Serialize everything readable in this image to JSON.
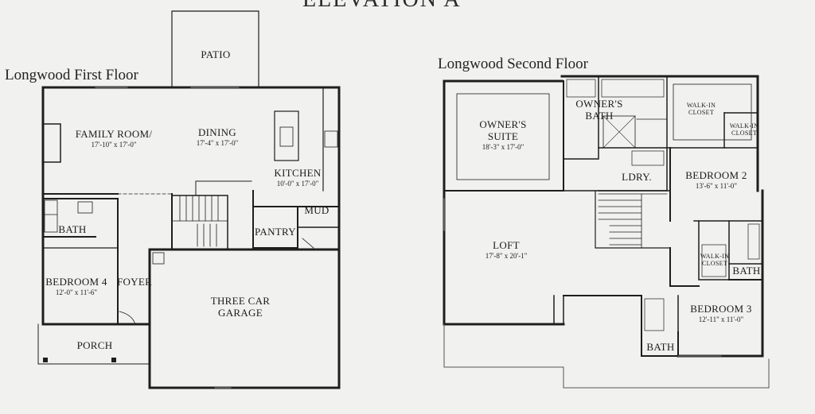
{
  "elevation_title": "ELEVATION  A",
  "first_floor": {
    "title": "Longwood First Floor",
    "rooms": {
      "patio": {
        "name": "PATIO",
        "dim": ""
      },
      "family_room": {
        "name": "FAMILY ROOM/",
        "dim": "17'-10\" x 17'-0\""
      },
      "dining": {
        "name": "DINING",
        "dim": "17'-4\" x 17'-0\""
      },
      "kitchen": {
        "name": "KITCHEN",
        "dim": "10'-0\" x 17'-0\""
      },
      "mud": {
        "name": "MUD",
        "dim": ""
      },
      "pantry": {
        "name": "PANTRY",
        "dim": ""
      },
      "bath": {
        "name": "BATH",
        "dim": ""
      },
      "bedroom4": {
        "name": "BEDROOM 4",
        "dim": "12'-0\" x 11'-6\""
      },
      "foyer": {
        "name": "FOYER",
        "dim": ""
      },
      "garage": {
        "name": "THREE CAR",
        "name2": "GARAGE",
        "dim": ""
      },
      "porch": {
        "name": "PORCH",
        "dim": ""
      }
    }
  },
  "second_floor": {
    "title": "Longwood Second Floor",
    "rooms": {
      "owners_suite": {
        "name": "OWNER'S",
        "name2": "SUITE",
        "dim": "18'-3\" x 17'-0\""
      },
      "owners_bath": {
        "name": "OWNER'S",
        "name2": "BATH",
        "dim": ""
      },
      "walkin1": {
        "name": "WALK-IN",
        "name2": "CLOSET",
        "dim": ""
      },
      "walkin2": {
        "name": "WALK-IN",
        "name2": "CLOSET",
        "dim": ""
      },
      "laundry": {
        "name": "LDRY.",
        "dim": ""
      },
      "bedroom2": {
        "name": "BEDROOM 2",
        "dim": "13'-6\" x 11'-0\""
      },
      "loft": {
        "name": "LOFT",
        "dim": "17'-8\" x 20'-1\""
      },
      "walkin3": {
        "name": "WALK-IN",
        "name2": "CLOSET",
        "dim": ""
      },
      "bath_a": {
        "name": "BATH",
        "dim": ""
      },
      "bedroom3": {
        "name": "BEDROOM 3",
        "dim": "12'-11\" x 11'-0\""
      },
      "bath_b": {
        "name": "BATH",
        "dim": ""
      }
    }
  },
  "colors": {
    "wall": "#1e1e1e",
    "paper": "#f1f1ef",
    "thin": "#555555"
  }
}
